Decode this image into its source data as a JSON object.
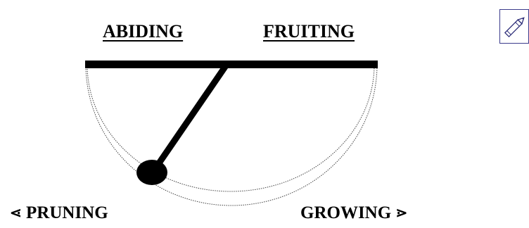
{
  "diagram": {
    "labels": {
      "abiding": "ABIDING",
      "fruiting": "FRUITING",
      "pruning": "PRUNING",
      "growing": "GROWING",
      "left_arrow": "⋖",
      "right_arrow": "⋗"
    },
    "colors": {
      "bar": "#000000",
      "pendulum": "#000000",
      "swing_arc": "#444444",
      "edit_border": "#3b3b8c",
      "edit_pencil": "#2f2f7a"
    }
  },
  "toolbar": {
    "edit_icon": "pencil-icon"
  }
}
